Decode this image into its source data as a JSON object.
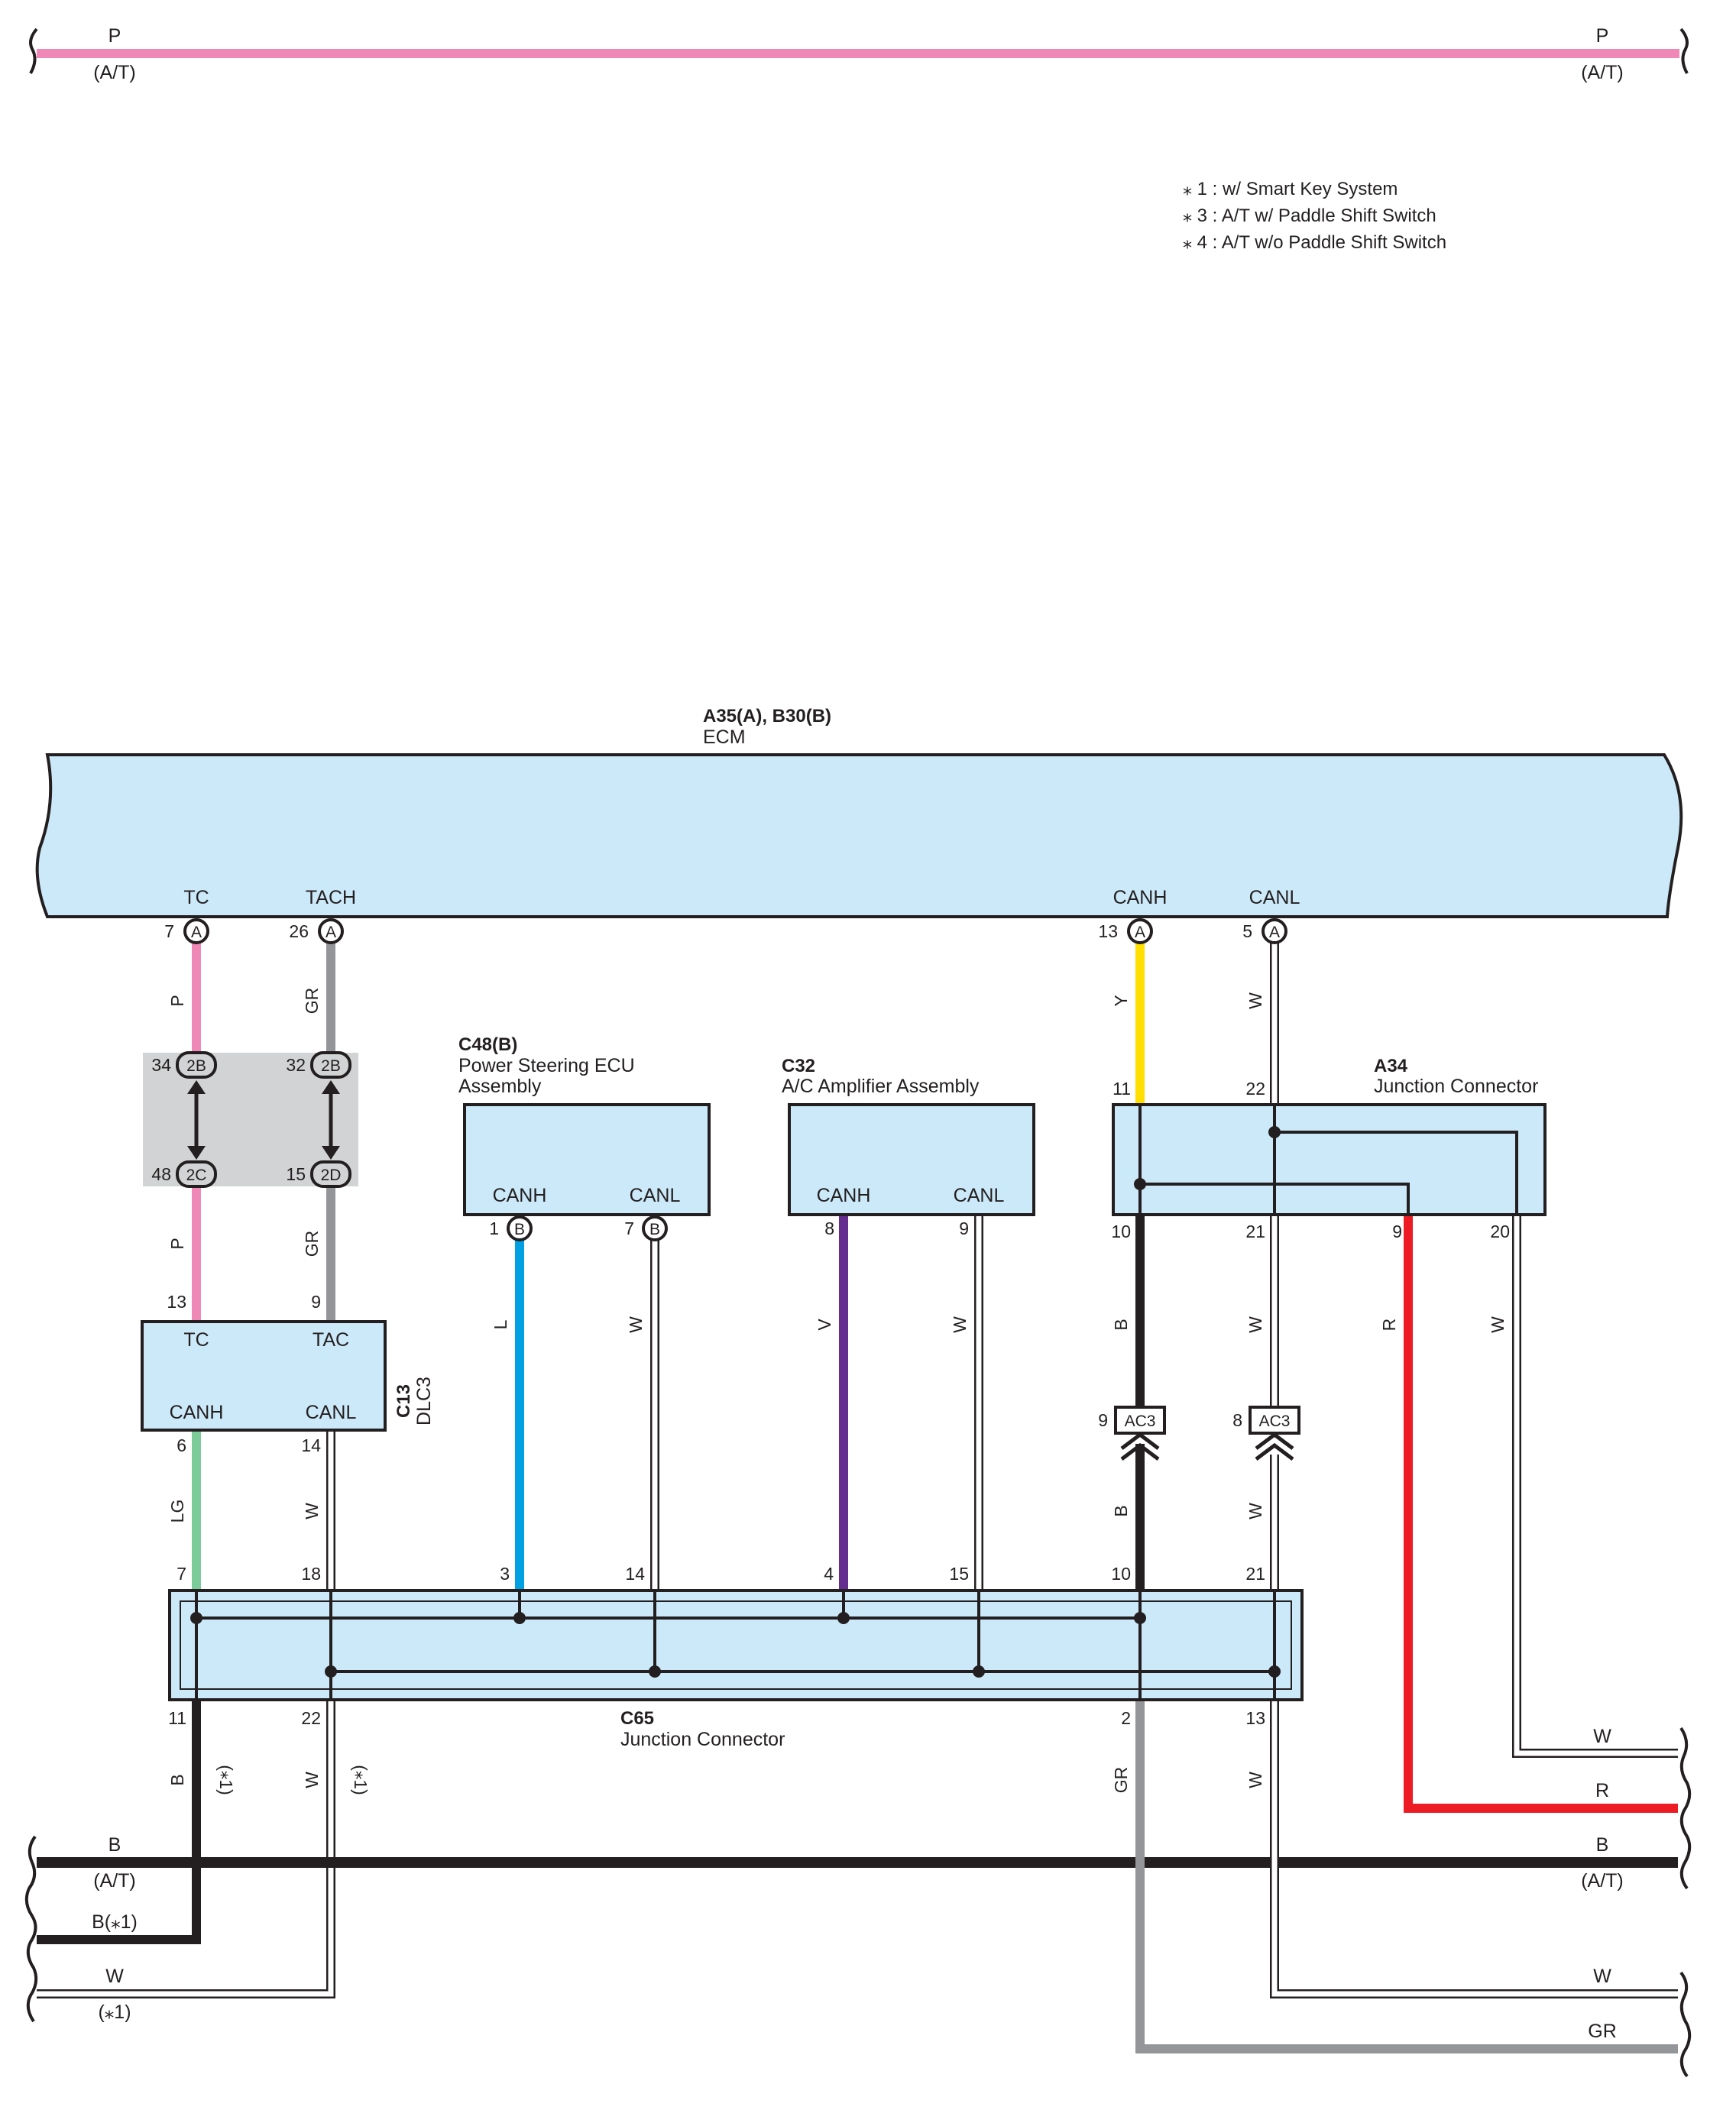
{
  "notes": [
    "⁎ 1 : w/ Smart Key System",
    "⁎ 3 : A/T w/ Paddle Shift Switch",
    "⁎ 4 : A/T w/o Paddle Shift Switch"
  ],
  "colors": {
    "P": "#ef87b7",
    "GR": "#939598",
    "Y": "#ffde00",
    "L": "#00a0e2",
    "V": "#662d91",
    "B": "#231f20",
    "R": "#ed1c24",
    "LG": "#7ccc9a",
    "W": "#ffffff",
    "component_fill": "#cce9f9",
    "junction_fill": "#d1d3d4"
  },
  "top_bus": {
    "code": "P",
    "condition": "(A/T)"
  },
  "ecm": {
    "title": "A35(A), B30(B)",
    "name": "ECM",
    "terminals": [
      {
        "name": "TC",
        "pin": "7",
        "connector": "A"
      },
      {
        "name": "TACH",
        "pin": "26",
        "connector": "A"
      },
      {
        "name": "CANH",
        "pin": "13",
        "connector": "A"
      },
      {
        "name": "CANL",
        "pin": "5",
        "connector": "A"
      }
    ]
  },
  "junction_block": {
    "pins_top": [
      {
        "pin": "34",
        "conn": "2B"
      },
      {
        "pin": "32",
        "conn": "2B"
      }
    ],
    "pins_bottom": [
      {
        "pin": "48",
        "conn": "2C"
      },
      {
        "pin": "15",
        "conn": "2D"
      }
    ]
  },
  "dlc3": {
    "code": "C13",
    "name": "DLC3",
    "terms": {
      "tc": "TC",
      "tac": "TAC",
      "canh": "CANH",
      "canl": "CANL"
    },
    "pins": {
      "tc": "13",
      "tac": "9",
      "canh": "6",
      "canl": "14"
    }
  },
  "c48": {
    "code": "C48(B)",
    "name_line1": "Power Steering ECU",
    "name_line2": "Assembly",
    "terms": [
      "CANH",
      "CANL"
    ],
    "pins": [
      "1",
      "7"
    ],
    "connector": "B"
  },
  "c32": {
    "code": "C32",
    "name": "A/C Amplifier Assembly",
    "terms": [
      "CANH",
      "CANL"
    ],
    "pins": [
      "8",
      "9"
    ]
  },
  "a34": {
    "code": "A34",
    "name": "Junction Connector",
    "pins_top": [
      "11",
      "22"
    ],
    "pins_bottom": [
      "10",
      "21",
      "9",
      "20"
    ]
  },
  "ac3": {
    "label": "AC3",
    "pins": [
      "9",
      "8"
    ]
  },
  "c65": {
    "code": "C65",
    "name": "Junction Connector",
    "pins_top": [
      "7",
      "18",
      "3",
      "14",
      "4",
      "15",
      "10",
      "21"
    ],
    "pins_bottom": [
      "11",
      "22",
      "2",
      "13"
    ]
  },
  "wire_codes": {
    "ecm_tc": "P",
    "ecm_tach": "GR",
    "jb_tc": "P",
    "jb_tach": "GR",
    "ecm_canh": "Y",
    "ecm_canl": "W",
    "c48_canh": "L",
    "c48_canl": "W",
    "c32_canh": "V",
    "c32_canl": "W",
    "a34_10": "B",
    "a34_21": "W",
    "a34_9": "R",
    "a34_20": "W",
    "ac3_b": "B",
    "ac3_w": "W",
    "dlc_canh": "LG",
    "dlc_canl": "W",
    "c65_11": "B",
    "c65_22": "W",
    "c65_2": "GR",
    "c65_13": "W"
  },
  "conditions": {
    "smart_key": "(⁎1)"
  },
  "right_exits": {
    "w_upper": "W",
    "r": "R",
    "b": "B",
    "b_cond": "(A/T)",
    "w_lower": "W",
    "gr": "GR"
  },
  "left_exits": {
    "b": "B",
    "b_cond": "(A/T)",
    "b_smart": "B(⁎1)",
    "w": "W",
    "w_cond": "(⁎1)"
  }
}
